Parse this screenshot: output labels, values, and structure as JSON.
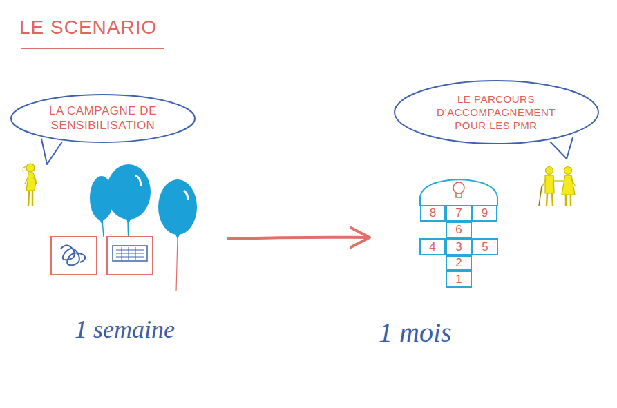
{
  "diagram": {
    "title": "LE SCENARIO",
    "nodes": [
      {
        "text": [
          "LA CAMPAGNE DE SENSIBILISATION"
        ]
      },
      {
        "text": [
          "LE PARCOURS D’ACCOMPAGNEMENT POUR LES PMR"
        ]
      },
      {
        "text": [
          "8"
        ]
      },
      {
        "text": [
          "7"
        ]
      },
      {
        "text": [
          "9"
        ]
      },
      {
        "text": [
          "6"
        ]
      },
      {
        "text": [
          "4"
        ]
      },
      {
        "text": [
          "3"
        ]
      },
      {
        "text": [
          "5"
        ]
      },
      {
        "text": [
          "2"
        ]
      },
      {
        "text": [
          "1"
        ]
      }
    ],
    "labels": [
      "1 semaine",
      "1 mois"
    ]
  }
}
